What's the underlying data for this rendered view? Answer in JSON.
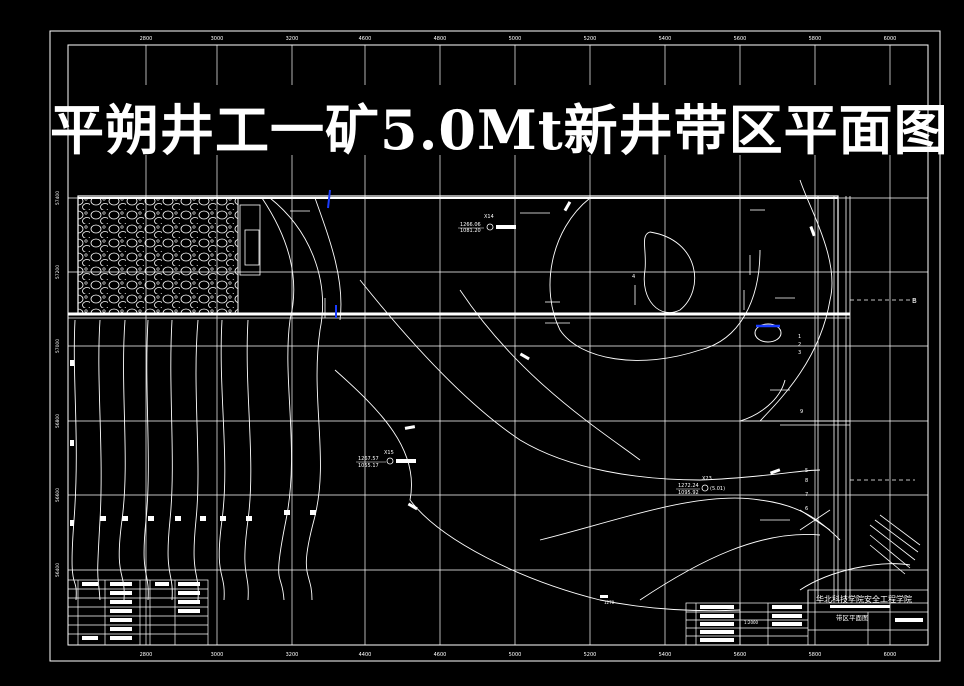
{
  "drawing": {
    "title": "平朔井工一矿5.0Mt新井带区平面图"
  },
  "top_axis_labels": [
    "2800",
    "3000",
    "3200",
    "4600",
    "4800",
    "5000",
    "5200",
    "5400",
    "5600",
    "5800",
    "6000"
  ],
  "bottom_axis_labels": [
    "2800",
    "3000",
    "3200",
    "4400",
    "4600",
    "5000",
    "5200",
    "5400",
    "5600",
    "5800",
    "6000"
  ],
  "left_axis_labels": [
    "57400",
    "57200",
    "57000",
    "56800",
    "56600",
    "56400"
  ],
  "boreholes": [
    {
      "id": "X14",
      "elevation": "1266.06",
      "depth": "1081.20"
    },
    {
      "id": "X15",
      "elevation": "1267.57",
      "depth": "1055.17"
    },
    {
      "id": "X23",
      "elevation": "1272.24",
      "depth": "1095.92",
      "extra": "(5.01)"
    }
  ],
  "contour_label": "1270",
  "side_numbers": [
    "1",
    "2",
    "3",
    "4",
    "5",
    "6",
    "7",
    "8",
    "9"
  ],
  "section_marker": "B",
  "title_block": {
    "school": "华北科技学院安全工程学院",
    "drawing_name": "带区平面图",
    "scale": "1:2000"
  },
  "colors": {
    "line": "#ffffff",
    "marker": "#1a3cff",
    "background": "#000000"
  }
}
